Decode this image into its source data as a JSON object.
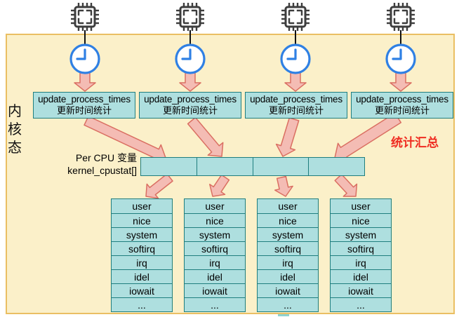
{
  "diagram": {
    "kernel_mode_label": "内核态",
    "summary_label": "统计汇总",
    "per_cpu_label_line1": "Per CPU 变量",
    "per_cpu_label_line2": "kernel_cpustat[]",
    "update_box": {
      "line1": "update_process_times",
      "line2": "更新时间统计"
    },
    "cpu_count": 4,
    "stat_fields": [
      "user",
      "nice",
      "system",
      "softirq",
      "irq",
      "idel",
      "iowait",
      "..."
    ],
    "colors": {
      "panel_bg": "#fbf0c9",
      "panel_border": "#eabf63",
      "box_fill": "#aedfdf",
      "box_border": "#1f7e7e",
      "arrow_fill": "#f4bcb4",
      "arrow_stroke": "#da6f62",
      "clock_blue": "#2f80e4",
      "chip_gray": "#3d3d3d",
      "summary_red": "#ef2c21",
      "connector_black": "#111111"
    },
    "icons": [
      "cpu-chip-icon",
      "clock-icon",
      "down-arrow"
    ]
  }
}
